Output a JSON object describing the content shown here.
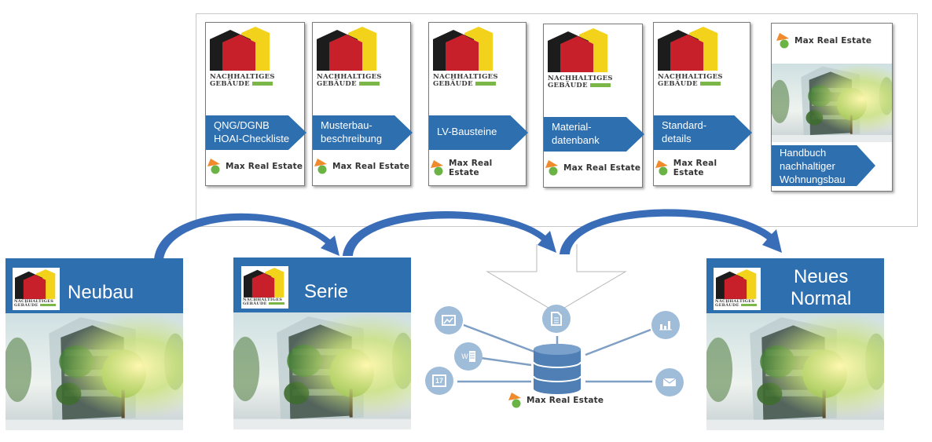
{
  "brand": {
    "ng_logo_line1": "NACHHALTIGES",
    "ng_logo_line2": "GEBÄUDE",
    "company": "Max Real Estate",
    "colors": {
      "banner_blue": "#2e6fb0",
      "arrow_blue": "#3a6db8",
      "ng_black": "#1c1c1c",
      "ng_red": "#c8202a",
      "ng_yellow": "#f2d21b",
      "ng_green": "#7ab648",
      "mre_orange": "#f08a2c",
      "mre_green": "#6ab344",
      "icon_circle": "#9fbcd9"
    }
  },
  "top_cards": [
    {
      "label_line1": "QNG/DGNB",
      "label_line2": "HOAI-Checkliste"
    },
    {
      "label_line1": "Musterbau-",
      "label_line2": "beschreibung"
    },
    {
      "label_line1": "LV-Bausteine",
      "label_line2": ""
    },
    {
      "label_line1": "Material-",
      "label_line2": "datenbank"
    },
    {
      "label_line1": "Standard-",
      "label_line2": "details"
    }
  ],
  "handbook_card": {
    "label_line1": "Handbuch",
    "label_line2": "nachhaltiger",
    "label_line3": "Wohnungsbau"
  },
  "stages": [
    {
      "title_line1": "Neubau",
      "title_line2": ""
    },
    {
      "title_line1": "Serie",
      "title_line2": ""
    },
    {
      "title_line1": "Neues",
      "title_line2": "Normal"
    }
  ],
  "database_hub": {
    "center_icon": "database-icon",
    "satellite_icons": [
      "image-icon",
      "document-icon",
      "bar-chart-icon",
      "word-document-icon",
      "calendar-icon",
      "envelope-icon"
    ],
    "calendar_day": "17",
    "word_letter": "W"
  }
}
